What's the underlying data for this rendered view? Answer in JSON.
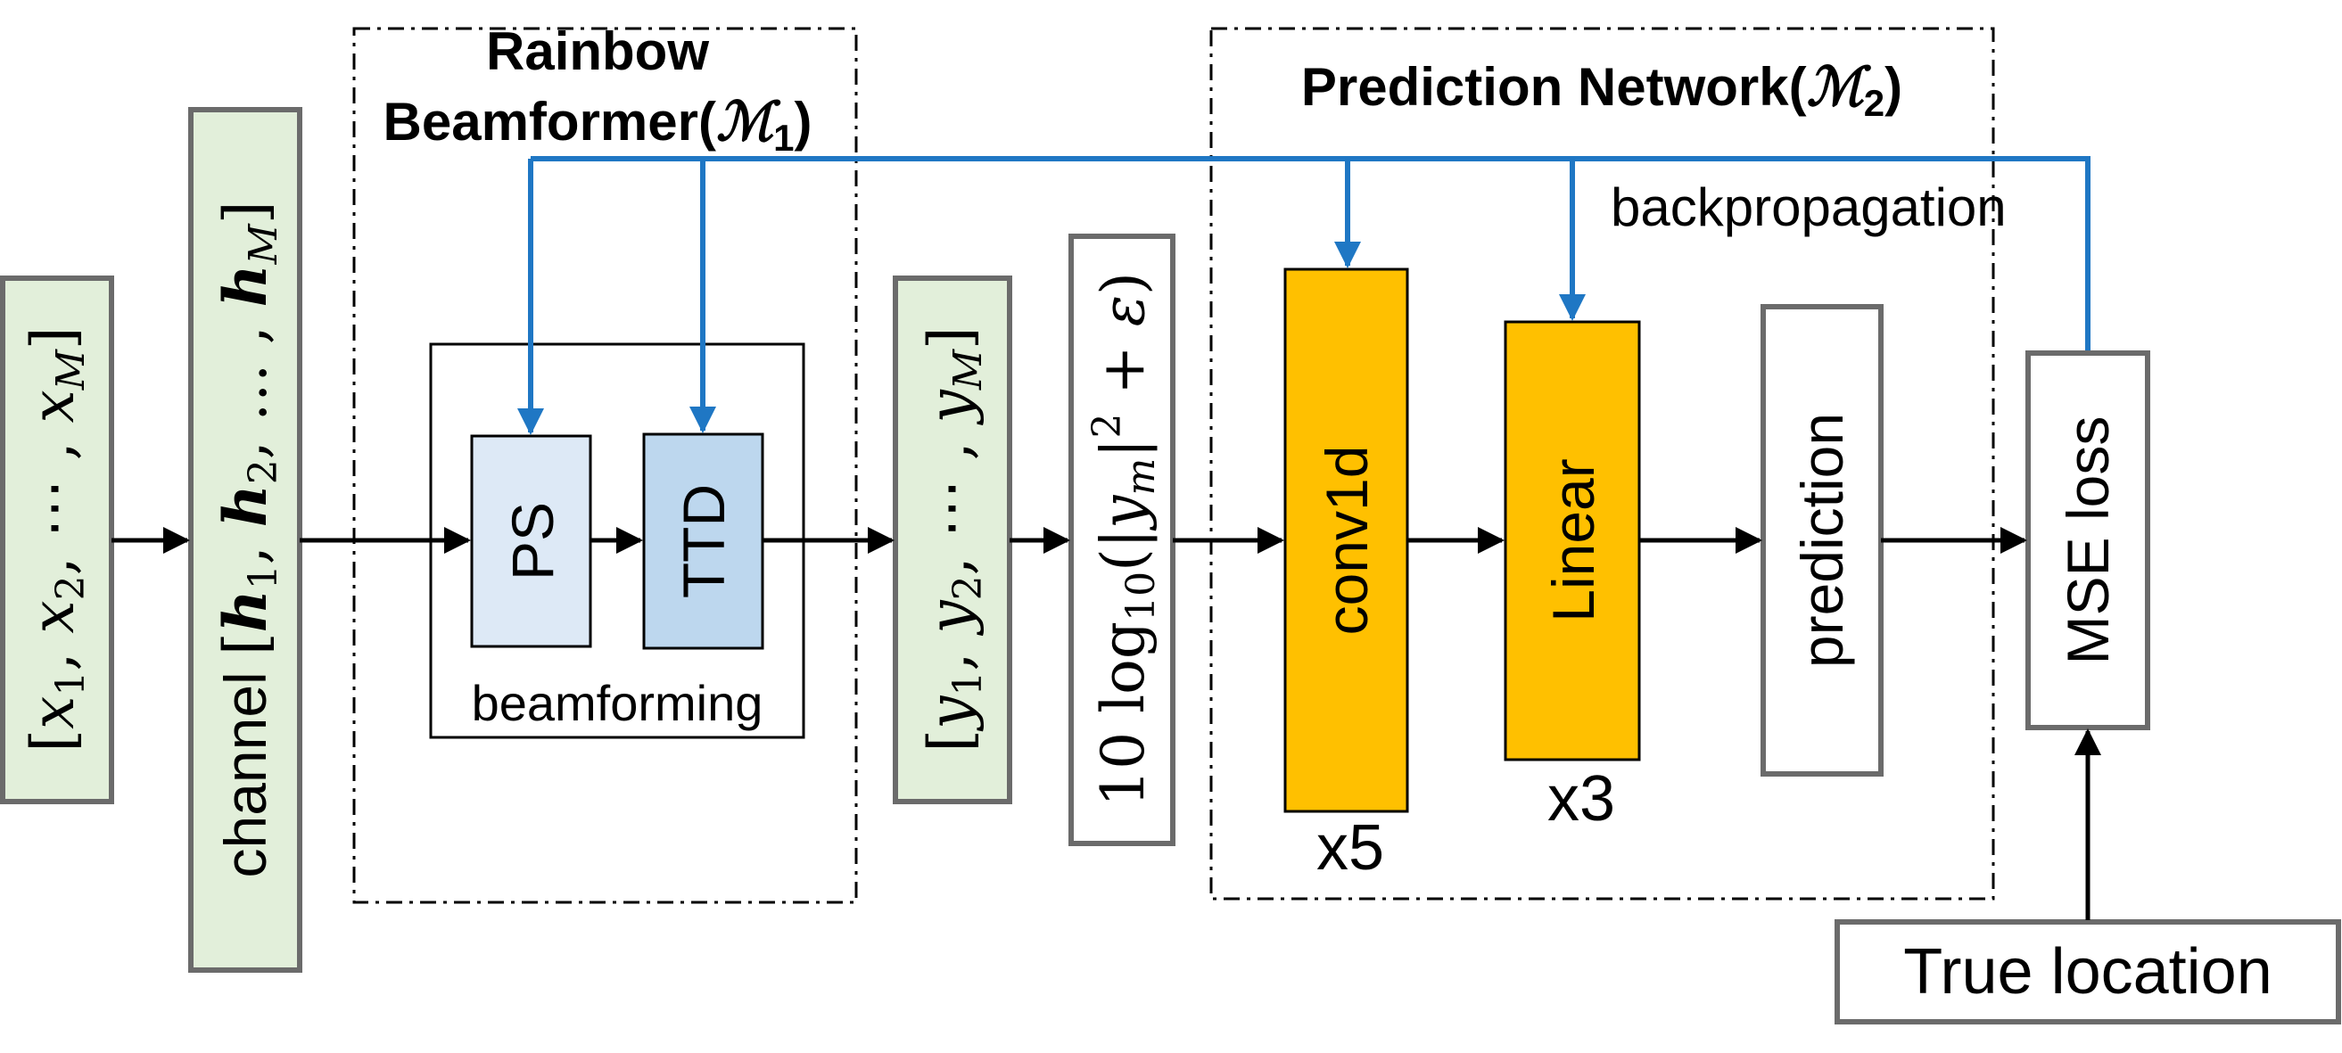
{
  "modules": {
    "m1": {
      "title_line1": "Rainbow",
      "title_line2": "Beamformer(",
      "symbol": "ℳ",
      "subscript": "1",
      "close": ")"
    },
    "m2": {
      "title": "Prediction Network(",
      "symbol": "ℳ",
      "subscript": "2",
      "close": ")"
    }
  },
  "blocks": {
    "input": {
      "open": "[",
      "x": "x",
      "s1": "1",
      "comma1": ", ",
      "s2": "2",
      "comma2": ", ⋯ , ",
      "sM": "M",
      "close": "]"
    },
    "channel": {
      "label": "channel ",
      "open": "[",
      "h": "h",
      "s1": "1",
      "comma1": ", ",
      "s2": "2",
      "comma2": ", … , ",
      "sM": "M",
      "close": "]"
    },
    "ps": {
      "label": "PS"
    },
    "ttd": {
      "label": "TTD"
    },
    "beamforming": {
      "label": "beamforming"
    },
    "output": {
      "open": "[",
      "y": "y",
      "s1": "1",
      "comma1": ", ",
      "s2": "2",
      "comma2": ", ⋯ , ",
      "sM": "M",
      "close": "]"
    },
    "log": {
      "coef": "10 log",
      "base": "10",
      "open": "(|",
      "y": "y",
      "m": "m",
      "abs": "|",
      "pow": "2",
      "plus": " + ",
      "eps": "ε",
      "close": ")"
    },
    "conv1d": {
      "label": "conv1d",
      "count": "x5"
    },
    "linear": {
      "label": "Linear",
      "count": "x3"
    },
    "prediction": {
      "label": "prediction"
    },
    "mse": {
      "label": "MSE loss"
    },
    "truth": {
      "label": "True location"
    }
  },
  "annotations": {
    "backprop": "backpropagation"
  },
  "colors": {
    "green_fill": "#e2efda",
    "green_stroke": "#6b6b6b",
    "ps_fill": "#dde9f6",
    "ttd_fill": "#bdd7ee",
    "orange_fill": "#ffc000",
    "backprop_line": "#1f77c4",
    "ink": "#000000"
  }
}
